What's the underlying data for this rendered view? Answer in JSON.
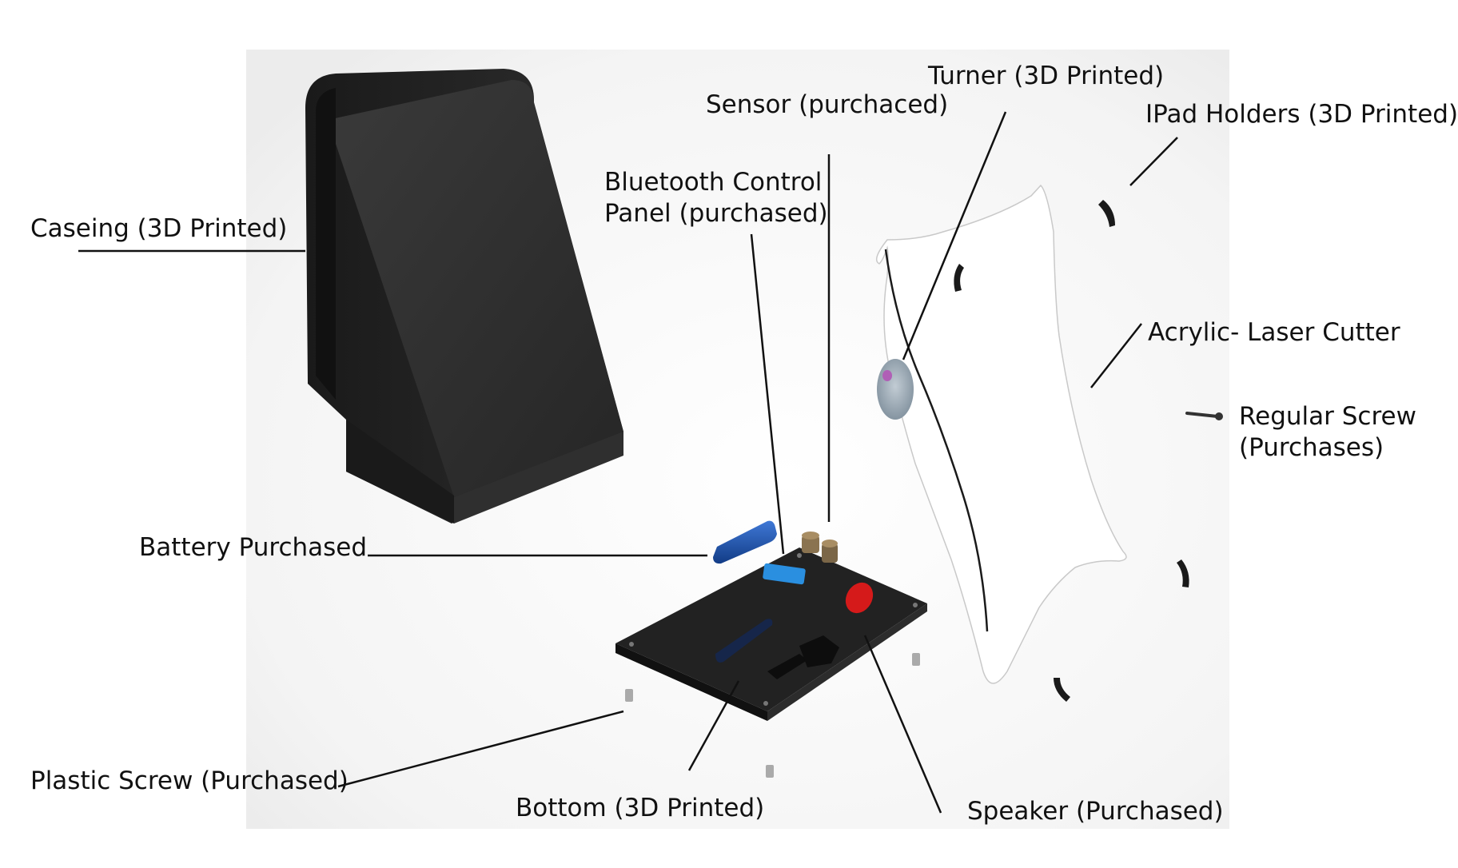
{
  "labels": {
    "caseing": "Caseing (3D Printed)",
    "sensor": "Sensor (purchaced)",
    "turner": "Turner (3D Printed)",
    "ipad_holders": "IPad Holders (3D Printed)",
    "bluetooth_line1": "Bluetooth Control",
    "bluetooth_line2": "Panel (purchased)",
    "acrylic": "Acrylic- Laser Cutter",
    "regular_screw_line1": "Regular Screw",
    "regular_screw_line2": "(Purchases)",
    "battery": "Battery Purchased",
    "plastic_screw": "Plastic Screw (Purchased)",
    "bottom": "Bottom (3D Printed)",
    "speaker": "Speaker (Purchased)"
  },
  "colors": {
    "casing": "#2b2b2b",
    "board": "#1e1e1e",
    "battery": "#1b4fa8",
    "speaker": "#d51a1a",
    "display": "#2a8fe0",
    "sensor": "#8a7350",
    "acrylic": "#ffffff",
    "turner": "#9aa9b5"
  }
}
